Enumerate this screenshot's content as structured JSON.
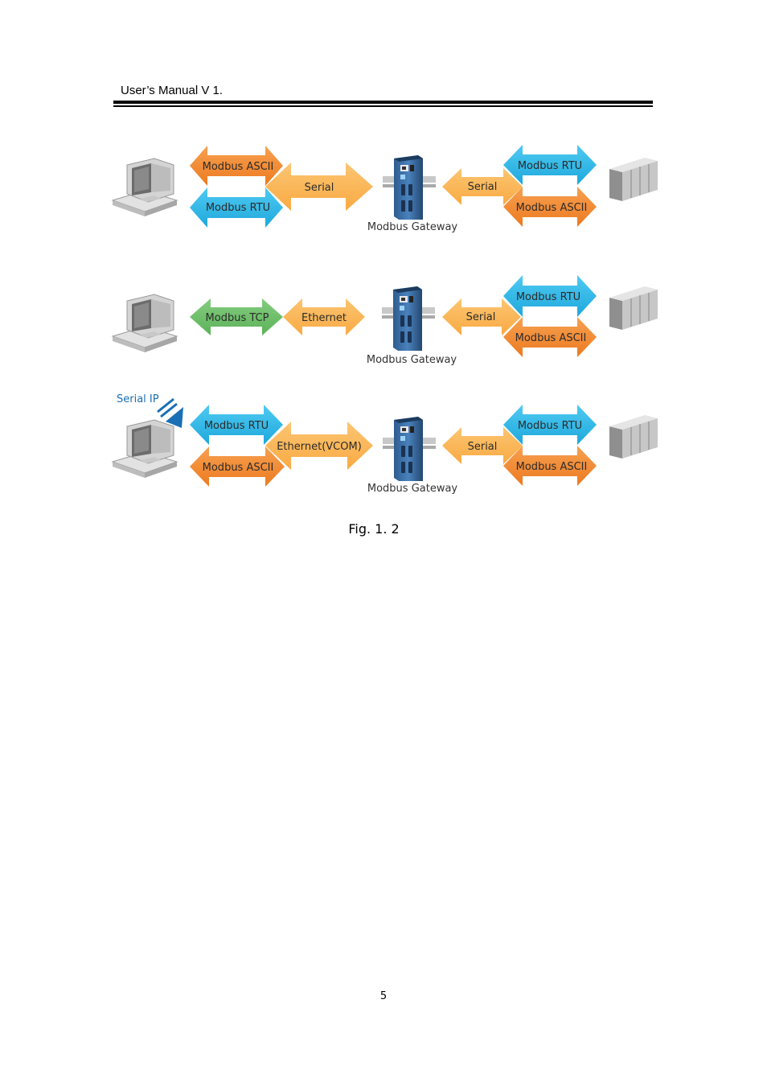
{
  "header": {
    "title": "User’s Manual V 1."
  },
  "figure": {
    "rows": [
      {
        "left_top": "Modbus ASCII",
        "left_bottom": "Modbus RTU",
        "middle": "Serial",
        "gateway": "Modbus Gateway",
        "right_mid": "Serial",
        "right_top": "Modbus RTU",
        "right_bottom": "Modbus ASCII"
      },
      {
        "left_single": "Modbus TCP",
        "middle": "Ethernet",
        "gateway": "Modbus Gateway",
        "right_mid": "Serial",
        "right_top": "Modbus RTU",
        "right_bottom": "Modbus ASCII"
      },
      {
        "pc_label": "Serial IP",
        "left_top": "Modbus RTU",
        "left_bottom": "Modbus ASCII",
        "middle": "Ethernet(VCOM)",
        "gateway": "Modbus Gateway",
        "right_mid": "Serial",
        "right_top": "Modbus RTU",
        "right_bottom": "Modbus ASCII"
      }
    ],
    "caption": "Fig. 1. 2",
    "colors": {
      "orange": "#f0862b",
      "blue": "#29b7e8",
      "light_orange": "#fbb653",
      "green": "#6cbf69",
      "gateway_blue": "#3a6fa8"
    },
    "icons": [
      "computer-icon",
      "gateway-device-icon",
      "plc-device-icon",
      "serial-ip-icon"
    ]
  },
  "footer": {
    "page_number": "5"
  }
}
